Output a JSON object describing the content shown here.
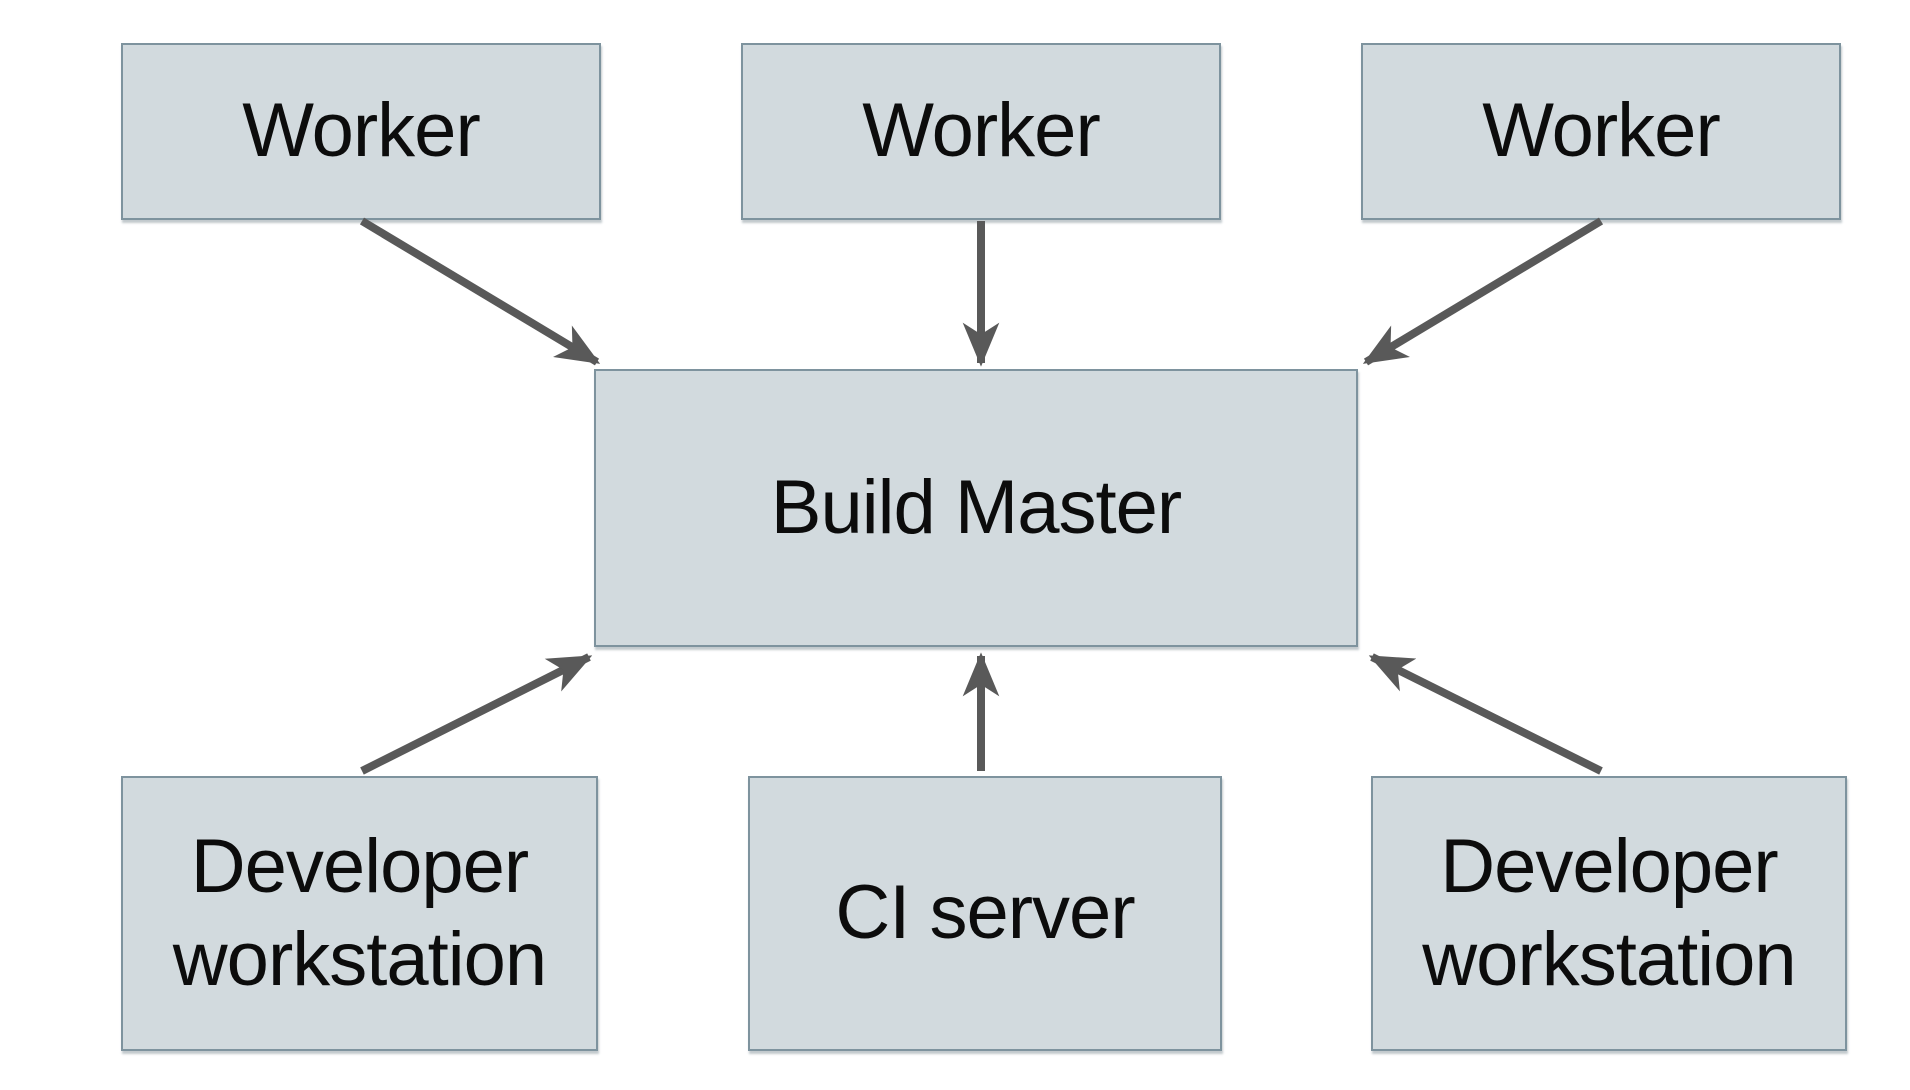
{
  "diagram": {
    "type": "architecture-diagram",
    "nodes": [
      {
        "id": "worker-1",
        "label": "Worker"
      },
      {
        "id": "worker-2",
        "label": "Worker"
      },
      {
        "id": "worker-3",
        "label": "Worker"
      },
      {
        "id": "build-master",
        "label": "Build Master"
      },
      {
        "id": "dev-workstation-left",
        "label": "Developer workstation"
      },
      {
        "id": "ci-server",
        "label": "CI server"
      },
      {
        "id": "dev-workstation-right",
        "label": "Developer workstation"
      }
    ],
    "edges": [
      {
        "from": "worker-1",
        "to": "build-master"
      },
      {
        "from": "worker-2",
        "to": "build-master"
      },
      {
        "from": "worker-3",
        "to": "build-master"
      },
      {
        "from": "dev-workstation-left",
        "to": "build-master"
      },
      {
        "from": "ci-server",
        "to": "build-master"
      },
      {
        "from": "dev-workstation-right",
        "to": "build-master"
      }
    ],
    "colors": {
      "background": "#ffffff",
      "node_fill": "#d2dade",
      "node_border": "#7e939e",
      "arrow": "#595959",
      "text": "#0c0c0c"
    }
  }
}
